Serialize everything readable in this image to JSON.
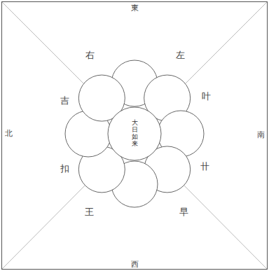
{
  "diagram": {
    "nodes": [
      {
        "text": [
          "大日如来"
        ]
      }
    ],
    "labels": [
      "東",
      "西",
      "北",
      "南",
      "右",
      "左",
      "叶",
      "卄",
      "早",
      "王",
      "扣",
      "吉"
    ]
  }
}
